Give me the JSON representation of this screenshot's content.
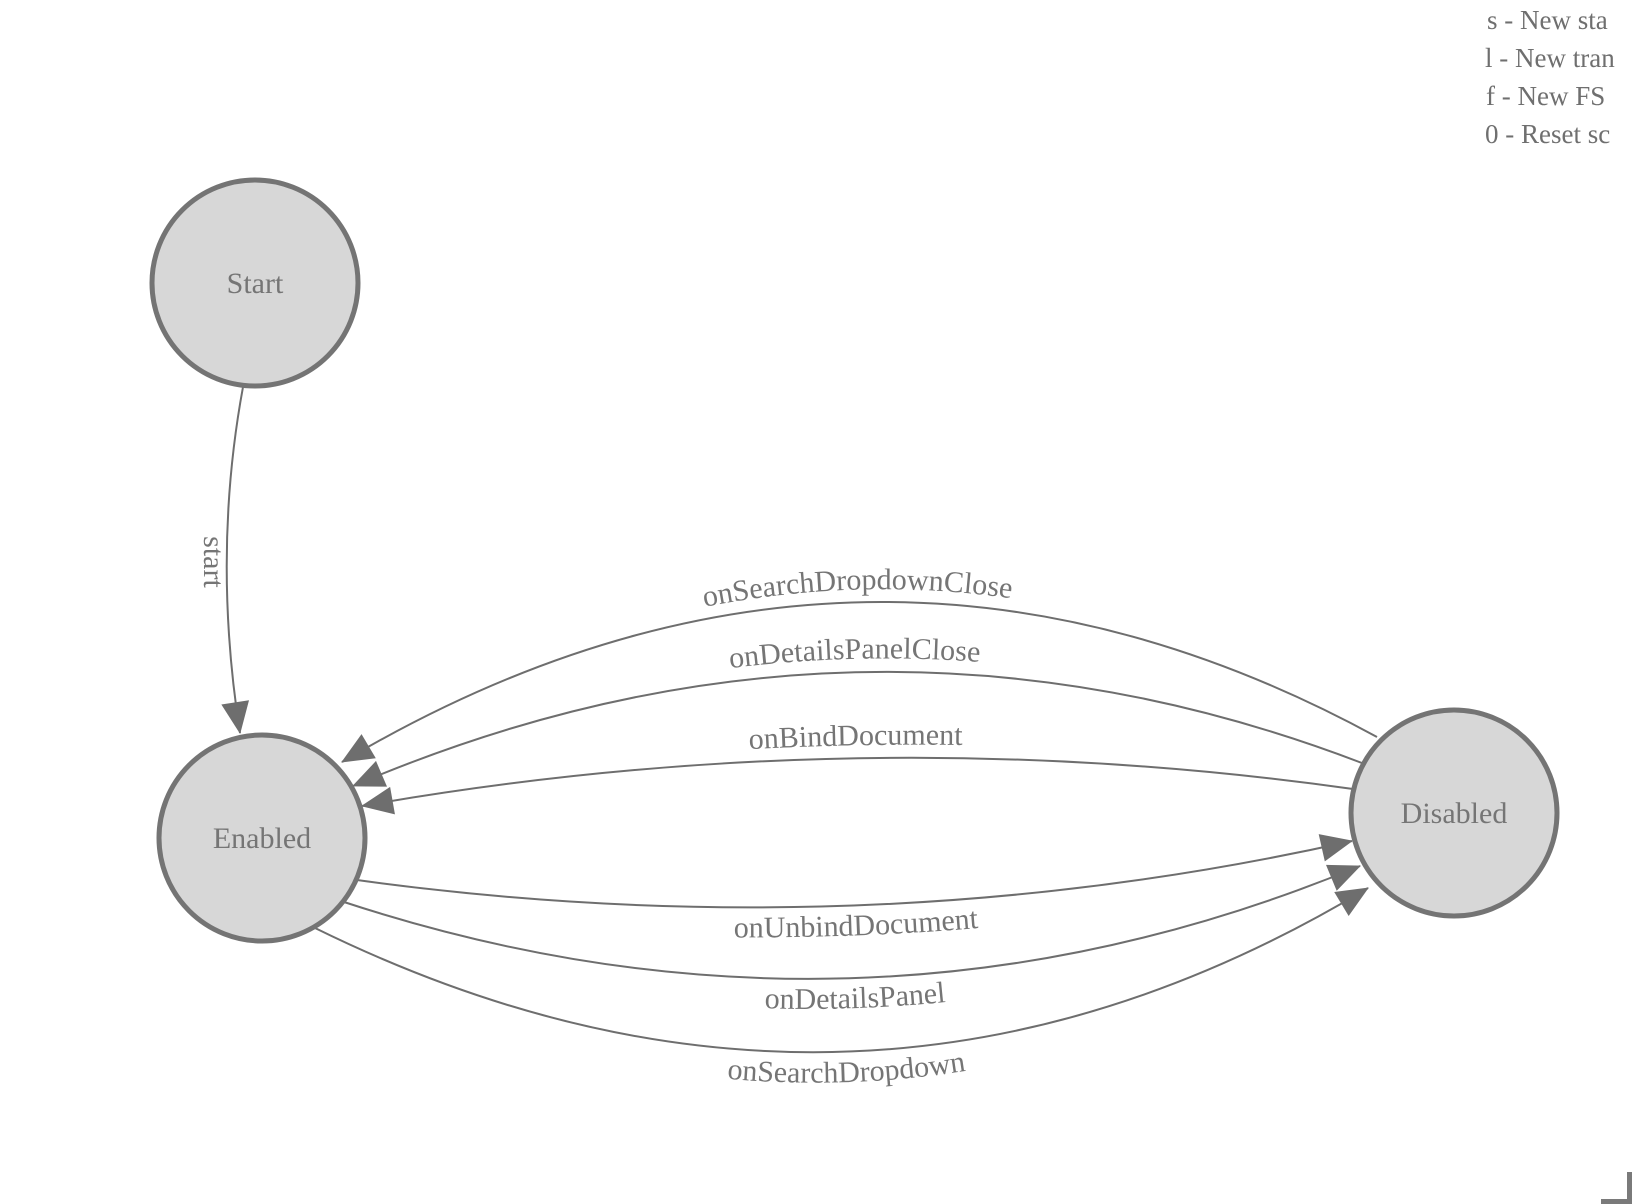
{
  "diagram": {
    "type": "finite-state-machine",
    "states": [
      {
        "id": "start",
        "label": "Start"
      },
      {
        "id": "enabled",
        "label": "Enabled"
      },
      {
        "id": "disabled",
        "label": "Disabled"
      }
    ],
    "transitions": [
      {
        "label": "start",
        "from": "Start",
        "to": "Enabled"
      },
      {
        "label": "onSearchDropdownClose",
        "from": "Disabled",
        "to": "Enabled"
      },
      {
        "label": "onDetailsPanelClose",
        "from": "Disabled",
        "to": "Enabled"
      },
      {
        "label": "onBindDocument",
        "from": "Disabled",
        "to": "Enabled"
      },
      {
        "label": "onUnbindDocument",
        "from": "Enabled",
        "to": "Disabled"
      },
      {
        "label": "onDetailsPanel",
        "from": "Enabled",
        "to": "Disabled"
      },
      {
        "label": "onSearchDropdown",
        "from": "Enabled",
        "to": "Disabled"
      }
    ]
  },
  "legend": {
    "lines": [
      "s - New sta",
      "l - New tran",
      "f - New FS",
      "0 - Reset sc"
    ]
  },
  "colors": {
    "state_fill": "#d7d7d7",
    "state_stroke": "#747474",
    "edge_stroke": "#6e6e6e",
    "label_text": "#757575",
    "legend_text": "#6f6f6f",
    "background": "#ffffff"
  }
}
